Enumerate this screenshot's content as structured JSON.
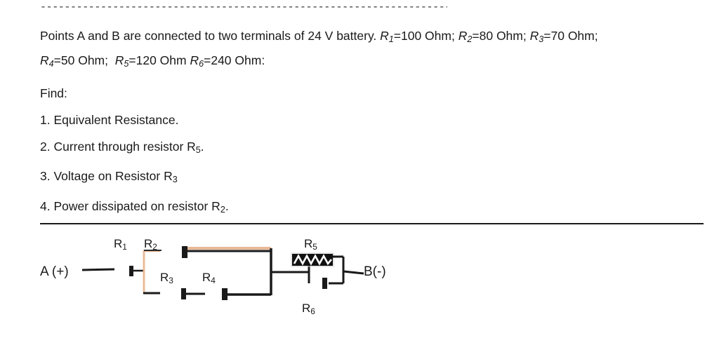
{
  "document": {
    "separator_line": "---------------------------------------------------------------------------------",
    "problem_statement": {
      "line1_pre": "Points A and B are connected to two terminals of 24 V battery. ",
      "resistor_values_line1": [
        {
          "symbol": "R",
          "index": "1",
          "value": "=100 Ohm;"
        },
        {
          "symbol": "R",
          "index": "2",
          "value": "=80 Ohm;"
        },
        {
          "symbol": "R",
          "index": "3",
          "value": "=70 Ohm;"
        }
      ],
      "resistor_values_line2": [
        {
          "symbol": "R",
          "index": "4",
          "value": "=50 Ohm;"
        },
        {
          "symbol": "R",
          "index": "5",
          "value": "=120 Ohm"
        },
        {
          "symbol": "R",
          "index": "6",
          "value": "=240 Ohm:"
        }
      ]
    },
    "find_heading": "Find:",
    "questions": [
      {
        "number": "1.",
        "text_before": " Equivalent Resistance.",
        "symbol": "",
        "index": "",
        "text_after": ""
      },
      {
        "number": "2.",
        "text_before": " Current through resistor R",
        "symbol": "R",
        "index": "5",
        "text_after": "."
      },
      {
        "number": "3.",
        "text_before": " Voltage on Resistor R",
        "symbol": "R",
        "index": "3",
        "text_after": ""
      },
      {
        "number": "4.",
        "text_before": " Power dissipated on resistor R",
        "symbol": "R",
        "index": "2",
        "text_after": "."
      }
    ],
    "question_1_full": "1. Equivalent Resistance."
  },
  "figure": {
    "terminal_a_label": "A (+)",
    "terminal_b_label": "B(-)",
    "component_labels": {
      "r1": "R",
      "r1_sub": "1",
      "r2": "R",
      "r2_sub": "2",
      "r3": "R",
      "r3_sub": "3",
      "r4": "R",
      "r4_sub": "4",
      "r5": "R",
      "r5_sub": "5",
      "r6": "R",
      "r6_sub": "6"
    },
    "colors": {
      "wire": "#1a1a1a",
      "highlight_wire": "#e8b894",
      "resistor_body": "#111111",
      "resistor_zigzag": "#ffffff"
    }
  }
}
